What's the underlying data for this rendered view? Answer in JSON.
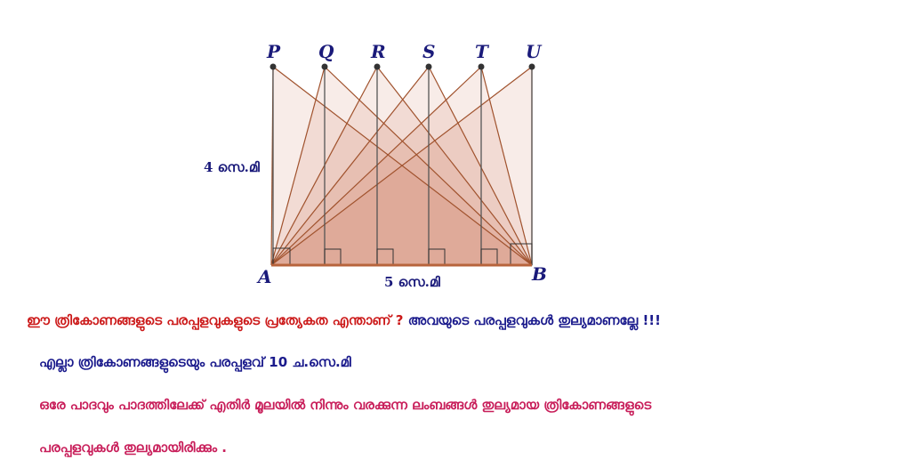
{
  "diagram": {
    "top_points": [
      "P",
      "Q",
      "R",
      "S",
      "T",
      "U"
    ],
    "base_left": "A",
    "base_right": "B",
    "height_label": "4 സെ.മി",
    "base_label": "5 സെ.മി"
  },
  "text": {
    "question": "ഈ ത്രികോണങ്ങളുടെ പരപ്പളവുകളുടെ പ്രത്യേകത എന്താണ് ?",
    "answer": "അവയുടെ പരപ്പളവുകൾ തുല്യമാണല്ലേ !!!",
    "line2": "എല്ലാ ത്രികോണങ്ങളുടെയും പരപ്പളവ്  10 ച.സെ.മി",
    "line3": "ഒരേ പാദവും പാദത്തിലേക്ക് എതിർ മൂലയിൽ നിന്നും വരക്കുന്ന ലംബങ്ങൾ തുല്യമായ ത്രികോണങ്ങളുടെ",
    "line4": "പരപ്പളവുകൾ തുല്യമായിരിക്കും ."
  },
  "colors": {
    "fill": "#c8704a",
    "line": "#a0522d",
    "base": "#b8643c",
    "point": "#333333"
  }
}
